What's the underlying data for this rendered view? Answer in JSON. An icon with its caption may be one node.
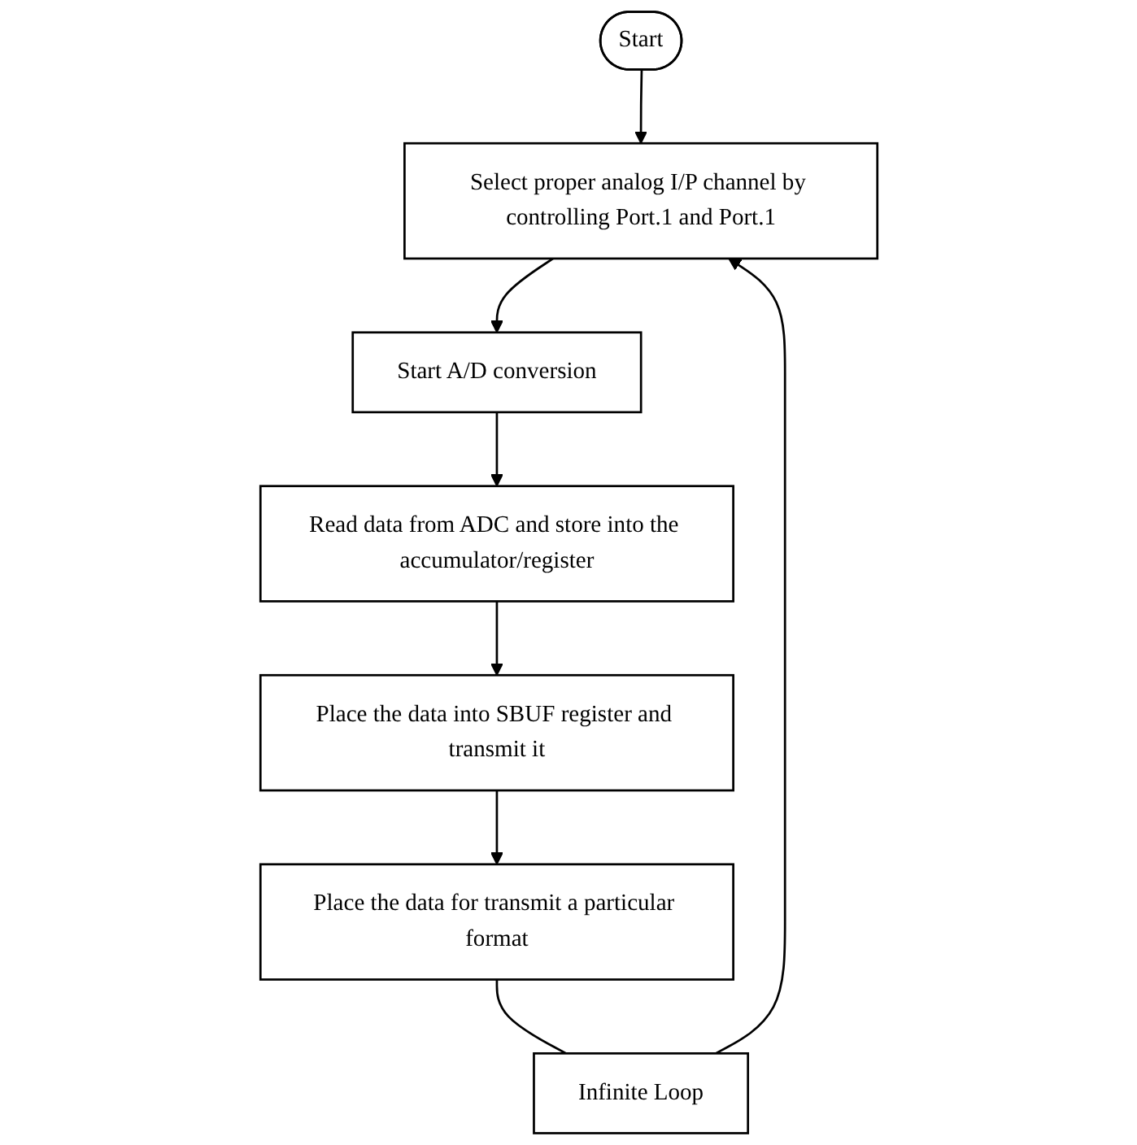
{
  "diagram": {
    "nodes": [
      {
        "text": [
          "Start"
        ]
      },
      {
        "text": [
          "Select proper analog I/P channel by controlling Port.1 and Port.1"
        ]
      },
      {
        "text": [
          "Start A/D conversion"
        ]
      },
      {
        "text": [
          "Read data from ADC and store into the accumulator/register"
        ]
      },
      {
        "text": [
          "Place the data into SBUF register and transmit it"
        ]
      },
      {
        "text": [
          "Place the data for transmit a particular format"
        ]
      },
      {
        "text": [
          "Infinite Loop"
        ]
      }
    ],
    "edges": [
      {
        "from": 0,
        "to": 1,
        "arrow": "to"
      },
      {
        "from": 6,
        "to": 1,
        "arrow": "to"
      },
      {
        "from": 1,
        "to": 2,
        "arrow": "to"
      },
      {
        "from": 2,
        "to": 3,
        "arrow": "to"
      },
      {
        "from": 3,
        "to": 4,
        "arrow": "to"
      },
      {
        "from": 4,
        "to": 5,
        "arrow": "to"
      },
      {
        "from": 5,
        "to": 6,
        "arrow": "none"
      }
    ]
  }
}
